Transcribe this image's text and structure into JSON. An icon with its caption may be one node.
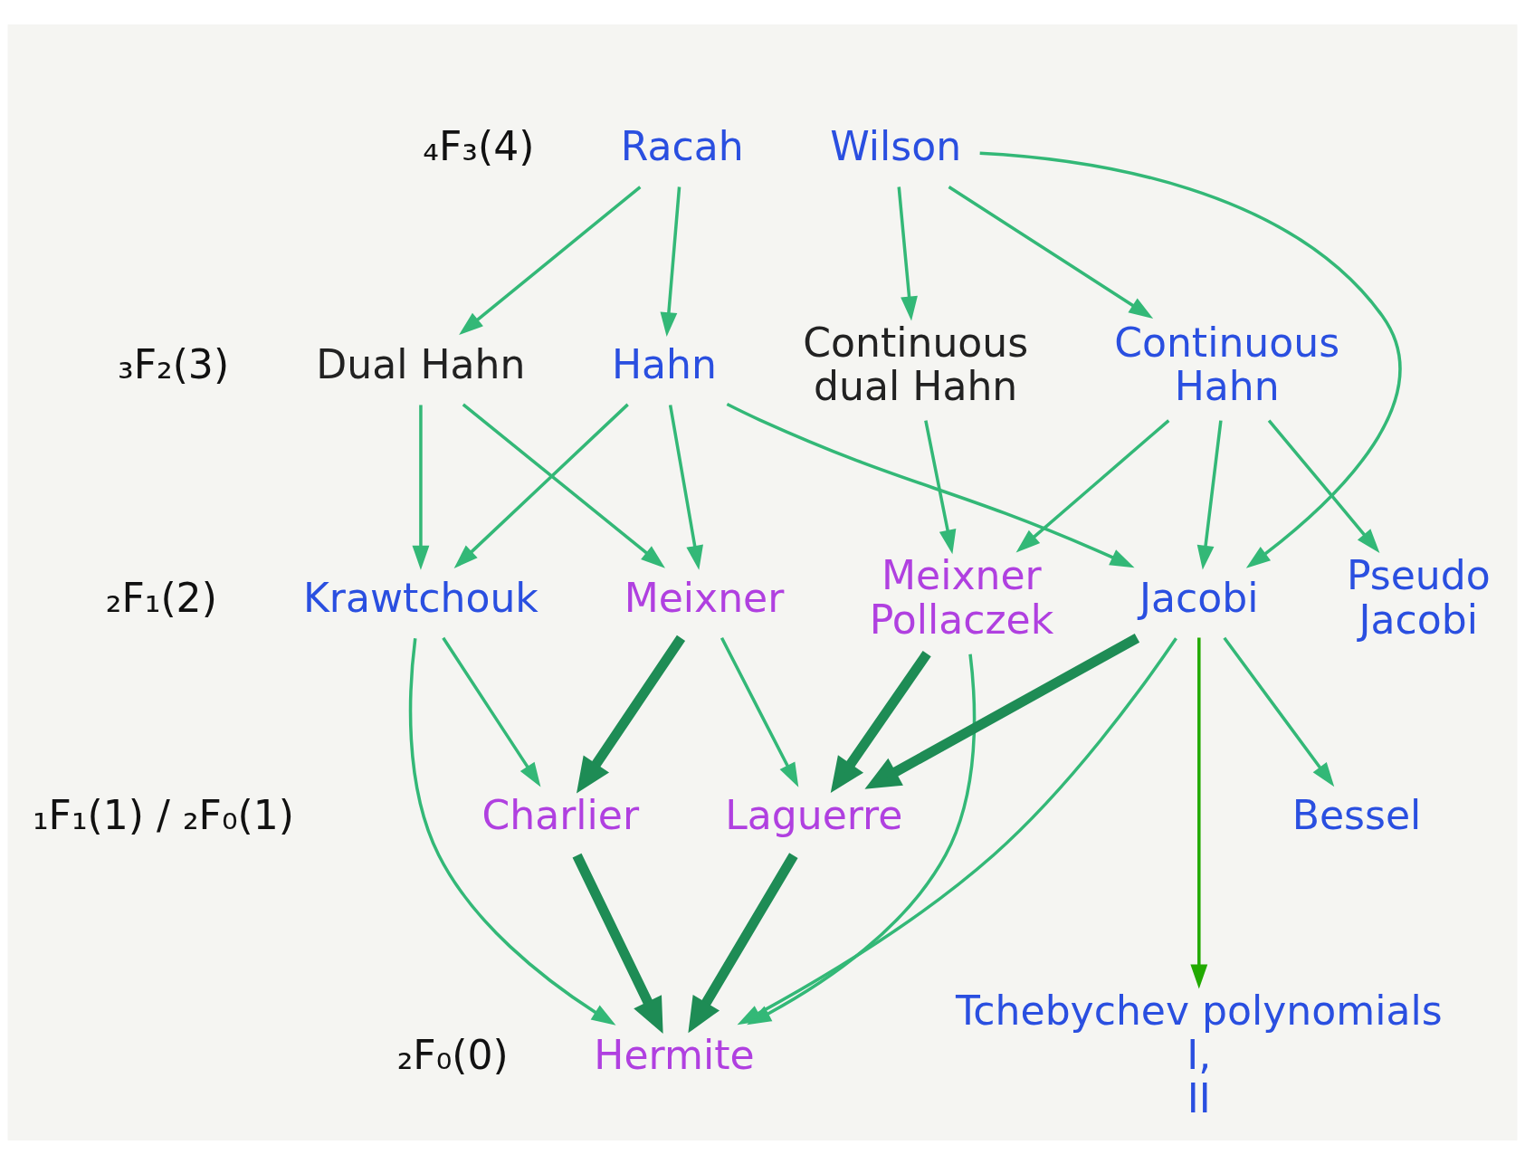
{
  "diagram": {
    "nodes": [
      {
        "text": [
          "Wilson"
        ]
      },
      {
        "text": [
          "Racah"
        ]
      },
      {
        "text": [
          "Continuous dual Hahn"
        ]
      },
      {
        "text": [
          "Continuous Hahn"
        ]
      },
      {
        "text": [
          "Hahn"
        ]
      },
      {
        "text": [
          "Dual Hahn"
        ]
      },
      {
        "text": [
          "Meixner Pollaczek"
        ]
      },
      {
        "text": [
          "Jacobi"
        ]
      },
      {
        "text": [
          "Pseudo Jacobi"
        ]
      },
      {
        "text": [
          "Meixner"
        ]
      },
      {
        "text": [
          "Krawtchouk"
        ]
      },
      {
        "text": [
          "Laguerre"
        ]
      },
      {
        "text": [
          "Bessel"
        ]
      },
      {
        "text": [
          "Charlier"
        ]
      },
      {
        "text": [
          "Hermite"
        ]
      },
      {
        "text": [
          "Tchebychev polynomials I, II"
        ]
      }
    ],
    "edges": [
      {
        "from": 0,
        "to": 2,
        "arrow": "to"
      },
      {
        "from": 0,
        "to": 7,
        "arrow": "to"
      },
      {
        "from": 0,
        "to": 3,
        "arrow": "to"
      },
      {
        "from": 1,
        "to": 4,
        "arrow": "to"
      },
      {
        "from": 1,
        "to": 5,
        "arrow": "to"
      },
      {
        "from": 2,
        "to": 6,
        "arrow": "to"
      },
      {
        "from": 3,
        "to": 6,
        "arrow": "to"
      },
      {
        "from": 3,
        "to": 7,
        "arrow": "to"
      },
      {
        "from": 3,
        "to": 8,
        "arrow": "to"
      },
      {
        "from": 4,
        "to": 7,
        "arrow": "to"
      },
      {
        "from": 4,
        "to": 9,
        "arrow": "to"
      },
      {
        "from": 4,
        "to": 10,
        "arrow": "to"
      },
      {
        "from": 5,
        "to": 9,
        "arrow": "to"
      },
      {
        "from": 5,
        "to": 10,
        "arrow": "to"
      },
      {
        "from": 6,
        "to": 11,
        "arrow": "to",
        "style": "thick",
        "color": "#1e8c55"
      },
      {
        "from": 7,
        "to": 11,
        "arrow": "to",
        "style": "thick",
        "color": "#1e8c55"
      },
      {
        "from": 7,
        "to": 12,
        "arrow": "to"
      },
      {
        "from": 7,
        "to": 14,
        "arrow": "to"
      },
      {
        "from": 6,
        "to": 14,
        "arrow": "to"
      },
      {
        "from": 9,
        "to": 11,
        "arrow": "to"
      },
      {
        "from": 9,
        "to": 13,
        "arrow": "to",
        "style": "thick",
        "color": "#1e8c55"
      },
      {
        "from": 10,
        "to": 13,
        "arrow": "to"
      },
      {
        "from": 10,
        "to": 14,
        "arrow": "to"
      },
      {
        "from": 11,
        "to": 14,
        "arrow": "to",
        "style": "thick",
        "color": "#1e8c55"
      },
      {
        "from": 13,
        "to": 14,
        "arrow": "to",
        "style": "thick",
        "color": "#1e8c55"
      },
      {
        "from": 7,
        "to": 15,
        "arrow": "to",
        "color": "#22aa00"
      }
    ],
    "labels": [
      "₄F₃(4)",
      "₃F₂(3)",
      "₂F₁(2)",
      "₁F₁(1) / ₂F₀(1)",
      "₂F₀(0)"
    ]
  }
}
